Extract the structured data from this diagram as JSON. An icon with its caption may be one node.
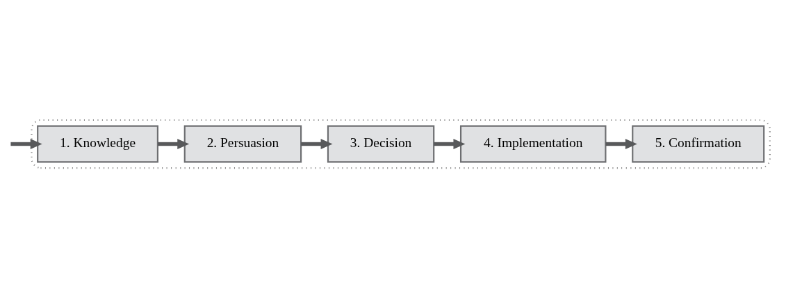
{
  "diagram": {
    "nodes": [
      {
        "text": [],
        "shape": "box"
      },
      {
        "text": [
          "1. Knowledge"
        ],
        "in": 0
      },
      {
        "text": [
          "2. Persuasion"
        ],
        "in": 0
      },
      {
        "text": [
          "3. Decision"
        ],
        "in": 0
      },
      {
        "text": [
          "4. Implementation"
        ],
        "in": 0
      },
      {
        "text": [
          "5. Confirmation"
        ],
        "in": 0
      }
    ],
    "edges": [
      {
        "from": null,
        "to": 1,
        "arrow": "to"
      },
      {
        "from": 1,
        "to": 2,
        "arrow": "to"
      },
      {
        "from": 2,
        "to": 3,
        "arrow": "to"
      },
      {
        "from": 3,
        "to": 4,
        "arrow": "to"
      },
      {
        "from": 4,
        "to": 5,
        "arrow": "to"
      }
    ]
  }
}
